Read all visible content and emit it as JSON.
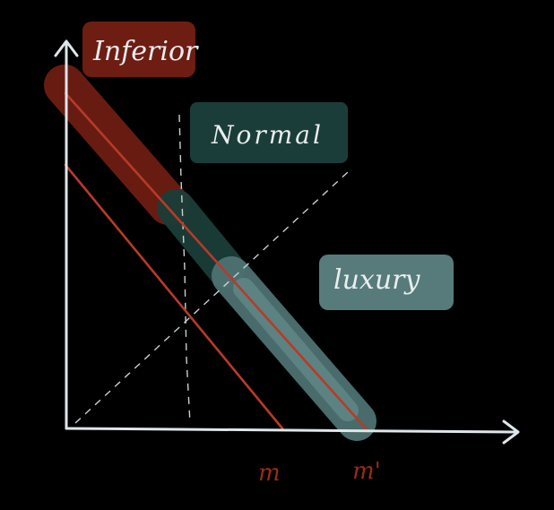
{
  "labels": {
    "inferior": "Inferior",
    "normal": "Normal",
    "luxury": "luxury",
    "m": "m",
    "m_prime": "m'"
  },
  "colors": {
    "background": "#000000",
    "axis": "#dfe6ea",
    "budget_line": "#b83a28",
    "inferior_highlight": "#6e1d12",
    "normal_highlight": "#1b3d39",
    "luxury_highlight": "#5e8585",
    "label_text": "#e9eeee",
    "income_label": "#9a2a1c",
    "dashed_line": "#c8d0d2"
  },
  "icons": {
    "y_axis_arrow": "arrow-up",
    "x_axis_arrow": "arrow-right"
  }
}
